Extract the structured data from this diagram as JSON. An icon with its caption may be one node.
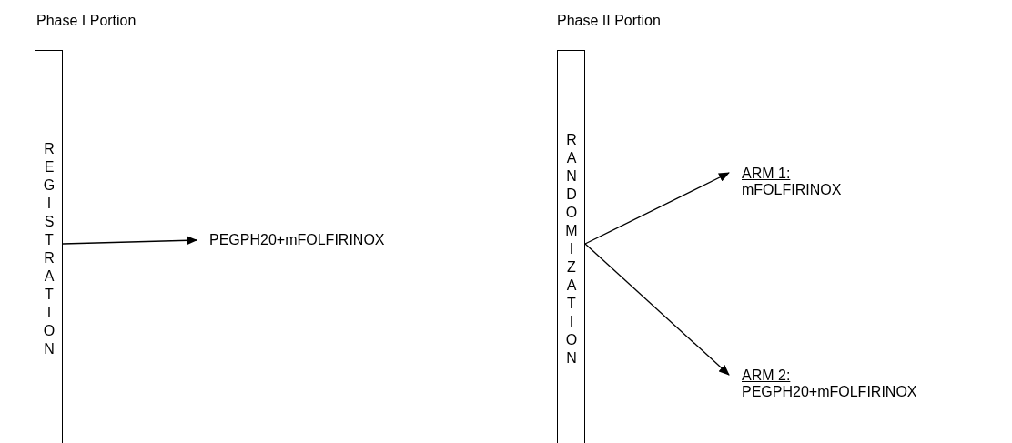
{
  "diagram": {
    "nodes": [
      {
        "text": [
          "REGISTRATION"
        ]
      },
      {
        "text": [
          "PEGPH20+mFOLFIRINOX"
        ]
      },
      {
        "text": [
          "RANDOMIZATION"
        ]
      },
      {
        "text": [
          "ARM 1:",
          "mFOLFIRINOX"
        ]
      },
      {
        "text": [
          "ARM 2:",
          "PEGPH20+mFOLFIRINOX"
        ]
      }
    ],
    "edges": [
      {
        "from": 0,
        "to": 1,
        "arrow": "to"
      },
      {
        "from": 2,
        "to": 3,
        "arrow": "to"
      },
      {
        "from": 2,
        "to": 4,
        "arrow": "to"
      }
    ],
    "labels": [
      "Phase I Portion",
      "Phase II Portion"
    ]
  }
}
